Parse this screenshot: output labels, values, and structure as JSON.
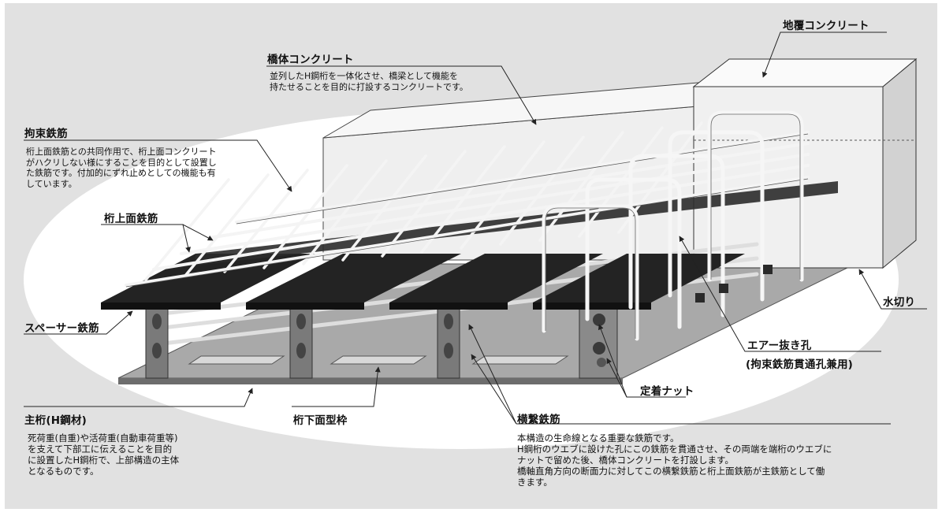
{
  "colors": {
    "background": "#e1e1e1",
    "ellipse": "#ffffff",
    "concrete": "#eeeeee",
    "steel_top": "#222222",
    "steel_web": "#6a6a6a",
    "rebar": "#f4f4f4",
    "leader": "#222222"
  },
  "labels": {
    "kyoutai": {
      "title": "橋体コンクリート",
      "desc": "並列したH鋼桁を一体化させ、橋梁として機能を\n持たせることを目的に打設するコンクリートです。"
    },
    "jikaburi": {
      "title": "地覆コンクリート"
    },
    "kousoku": {
      "title": "拘束鉄筋",
      "desc": "桁上面鉄筋との共同作用で、桁上面コンクリート\nがハクリしない様にすることを目的として設置し\nた鉄筋です。付加的にずれ止めとしての機能も有\nしています。"
    },
    "ketajoumen": {
      "title": "桁上面鉄筋"
    },
    "spacer": {
      "title": "スペーサー鉄筋"
    },
    "mizukiri": {
      "title": "水切り"
    },
    "air": {
      "title": "エアー抜き孔",
      "sub": "(拘束鉄筋貫通孔兼用)"
    },
    "nut": {
      "title": "定着ナット"
    },
    "shugeta": {
      "title": "主桁(H鋼材)",
      "desc": "死荷重(自重)や活荷重(自動車荷重等)\nを支えて下部工に伝えることを目的\nに設置したH鋼桁で、上部構造の主体\nとなるものです。"
    },
    "katawaku": {
      "title": "桁下面型枠"
    },
    "yokotsunagi": {
      "title": "横繋鉄筋",
      "desc": "本構造の生命線となる重要な鉄筋です。\nH鋼桁のウエブに設けた孔にこの鉄筋を貫通させ、その両端を端桁のウエブに\nナットで留めた後、橋体コンクリートを打設します。\n橋軸直角方向の断面力に対してこの横繋鉄筋と桁上面鉄筋が主鉄筋として働\nきます。"
    }
  }
}
